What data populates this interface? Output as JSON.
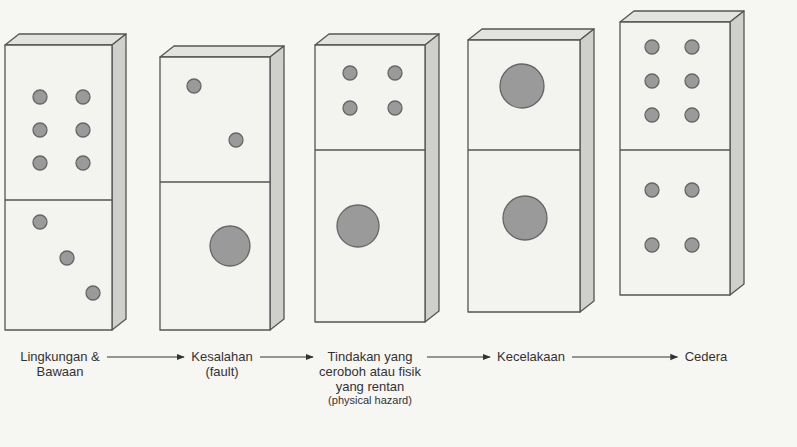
{
  "diagram": {
    "nodes": [
      {
        "text": [
          "Lingkungan & Bawaan"
        ]
      },
      {
        "text": [
          "Kesalahan (fault)"
        ]
      },
      {
        "text": [
          "Tindakan yang ceroboh atau fisik yang rentan",
          "(physical hazard)"
        ]
      },
      {
        "text": [
          "Kecelakaan"
        ]
      },
      {
        "text": [
          "Cedera"
        ]
      }
    ],
    "edges": [
      {
        "from": 0,
        "to": 1,
        "arrow": "to"
      },
      {
        "from": 1,
        "to": 2,
        "arrow": "to"
      },
      {
        "from": 2,
        "to": 3,
        "arrow": "to"
      },
      {
        "from": 3,
        "to": 4,
        "arrow": "to"
      }
    ]
  }
}
